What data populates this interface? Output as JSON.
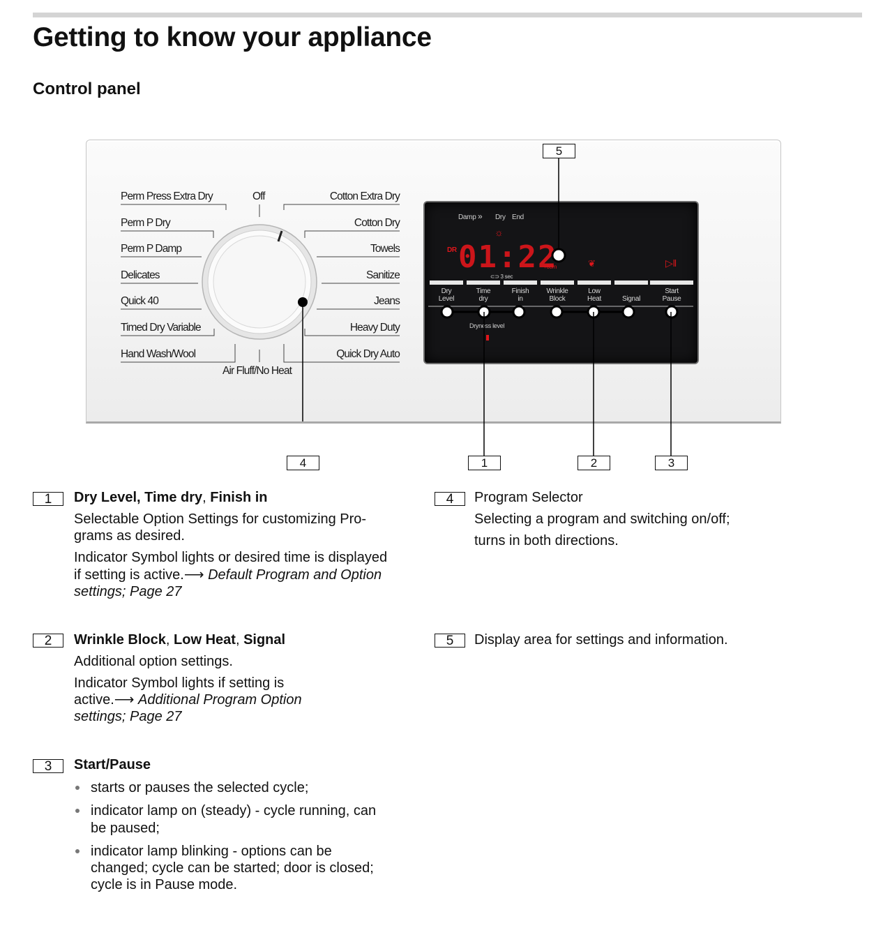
{
  "page": {
    "title": "Getting to know your appliance",
    "subtitle": "Control panel"
  },
  "dial": {
    "left": [
      "Perm Press Extra Dry",
      "Perm P Dry",
      "Perm P Damp",
      "Delicates",
      "Quick 40",
      "Timed Dry Variable",
      "Hand Wash/Wool"
    ],
    "right": [
      "Cotton Extra Dry",
      "Cotton Dry",
      "Towels",
      "Sanitize",
      "Jeans",
      "Heavy Duty",
      "Quick Dry Auto"
    ],
    "top": "Off",
    "bottom": "Air Fluff/No Heat"
  },
  "display": {
    "status": [
      "Damp",
      "Dry",
      "End"
    ],
    "dr": "DR",
    "time": "01:22",
    "plus60": "+60m",
    "lock_hold": "3 sec",
    "dryness": "Dryness level",
    "buttons": [
      [
        "Dry",
        "Level"
      ],
      [
        "Time",
        "dry"
      ],
      [
        "Finish",
        "in"
      ],
      [
        "Wrinkle",
        "Block"
      ],
      [
        "Low",
        "Heat"
      ],
      [
        "",
        "Signal"
      ],
      [
        "Start",
        "Pause"
      ]
    ]
  },
  "callouts": {
    "c1": "1",
    "c2": "2",
    "c3": "3",
    "c4": "4",
    "c5": "5"
  },
  "items": {
    "i1": {
      "num": "1",
      "title_a": "Dry Level, Time dry",
      "title_b": ", ",
      "title_c": "Finish in",
      "line1": "Selectable Option Settings for customizing Pro-",
      "line2": "grams as desired.",
      "line3": "Indicator Symbol lights or desired time is displayed",
      "line4_a": "if setting is active.⟶ ",
      "line4_b": "Default Program and Option",
      "line5": "settings; Page 27"
    },
    "i2": {
      "num": "2",
      "title_a": "Wrinkle Block",
      "title_b": ", ",
      "title_c": "Low Heat",
      "title_d": ", ",
      "title_e": "Signal",
      "line1": "Additional option settings.",
      "line2": "Indicator Symbol lights if setting is",
      "line3_a": "active.⟶ ",
      "line3_b": "Additional Program Option",
      "line4": "settings; Page 27"
    },
    "i3": {
      "num": "3",
      "title": "Start/Pause",
      "b1": "starts or pauses the selected cycle;",
      "b2a": "indicator lamp on (steady) - cycle running, can",
      "b2b": "be paused;",
      "b3a": "indicator lamp blinking - options can be",
      "b3b": "changed; cycle can be started; door is closed;",
      "b3c": "cycle is in Pause mode."
    },
    "i4": {
      "num": "4",
      "title": "Program Selector",
      "line1": "Selecting a program and switching on/off;",
      "line2": "turns in both directions."
    },
    "i5": {
      "num": "5",
      "line1": "Display area for settings and information."
    }
  }
}
